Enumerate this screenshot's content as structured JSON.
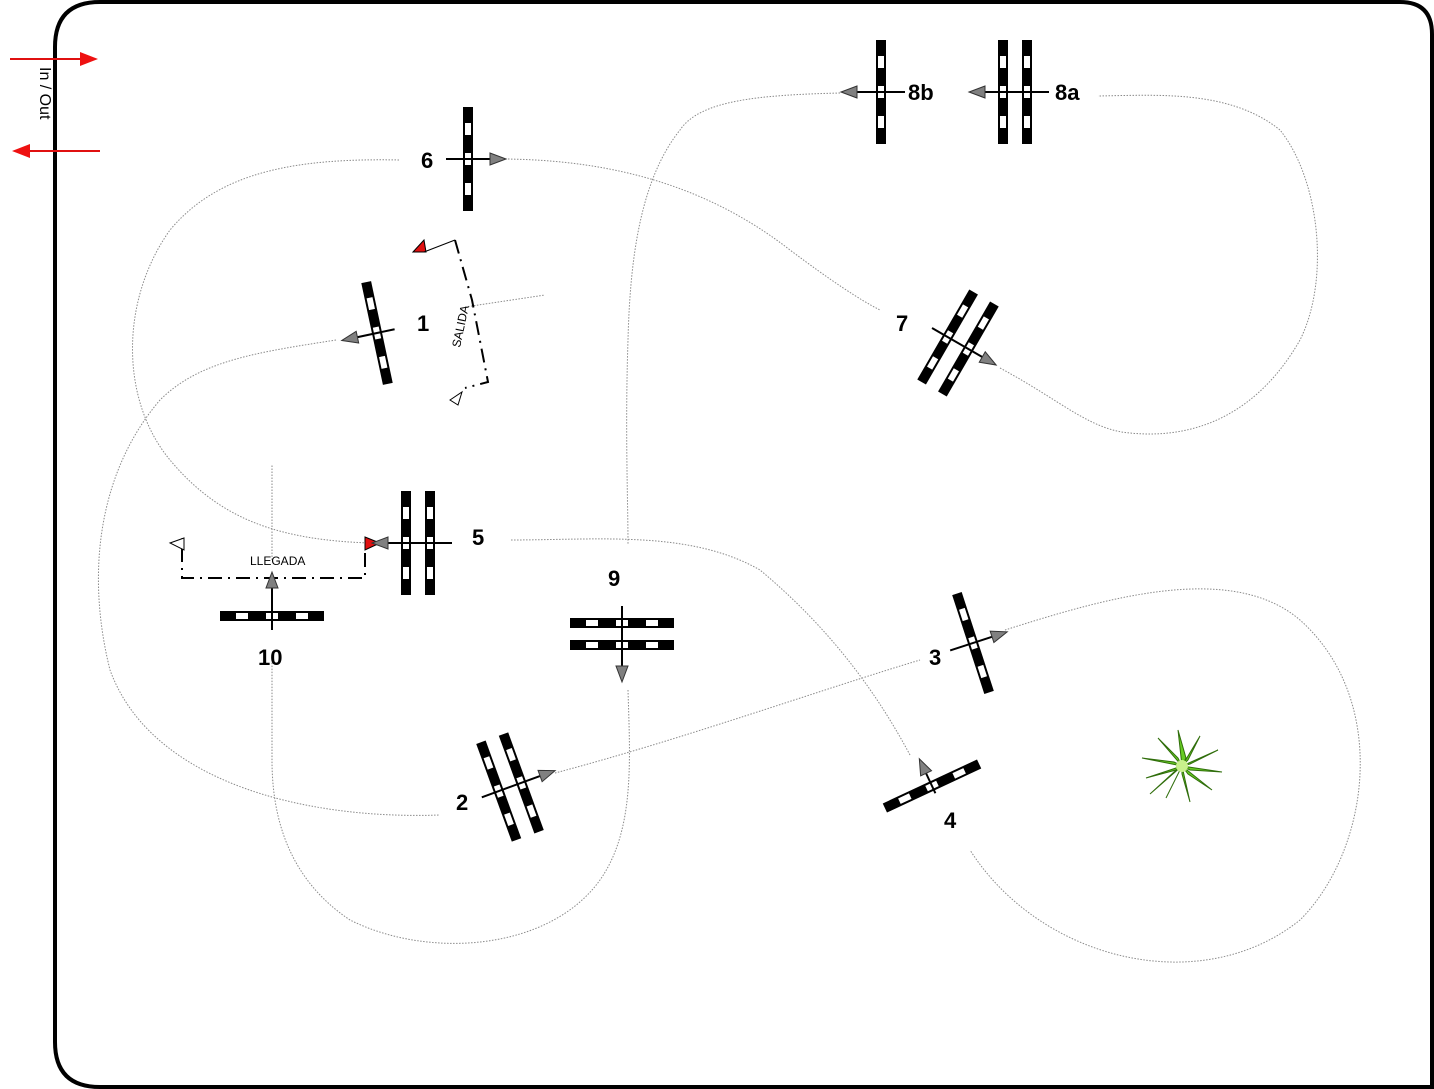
{
  "in_out_label": "In / Out",
  "start_label": "SALIDA",
  "finish_label": "LLEGADA",
  "obstacles": [
    {
      "id": "1",
      "label": "1",
      "type": "single"
    },
    {
      "id": "2",
      "label": "2",
      "type": "double"
    },
    {
      "id": "3",
      "label": "3",
      "type": "single"
    },
    {
      "id": "4",
      "label": "4",
      "type": "single"
    },
    {
      "id": "5",
      "label": "5",
      "type": "double"
    },
    {
      "id": "6",
      "label": "6",
      "type": "single"
    },
    {
      "id": "7",
      "label": "7",
      "type": "double"
    },
    {
      "id": "8a",
      "label": "8a",
      "type": "double"
    },
    {
      "id": "8b",
      "label": "8b",
      "type": "single"
    },
    {
      "id": "9",
      "label": "9",
      "type": "double"
    },
    {
      "id": "10",
      "label": "10",
      "type": "single"
    }
  ],
  "colors": {
    "flag_red": "#e01010",
    "arrow_red": "#ee1111",
    "arrow_gray": "#808080",
    "plant_green": "#66cc22"
  },
  "icons": {
    "plant": "plant-icon",
    "flag": "flag-icon"
  }
}
